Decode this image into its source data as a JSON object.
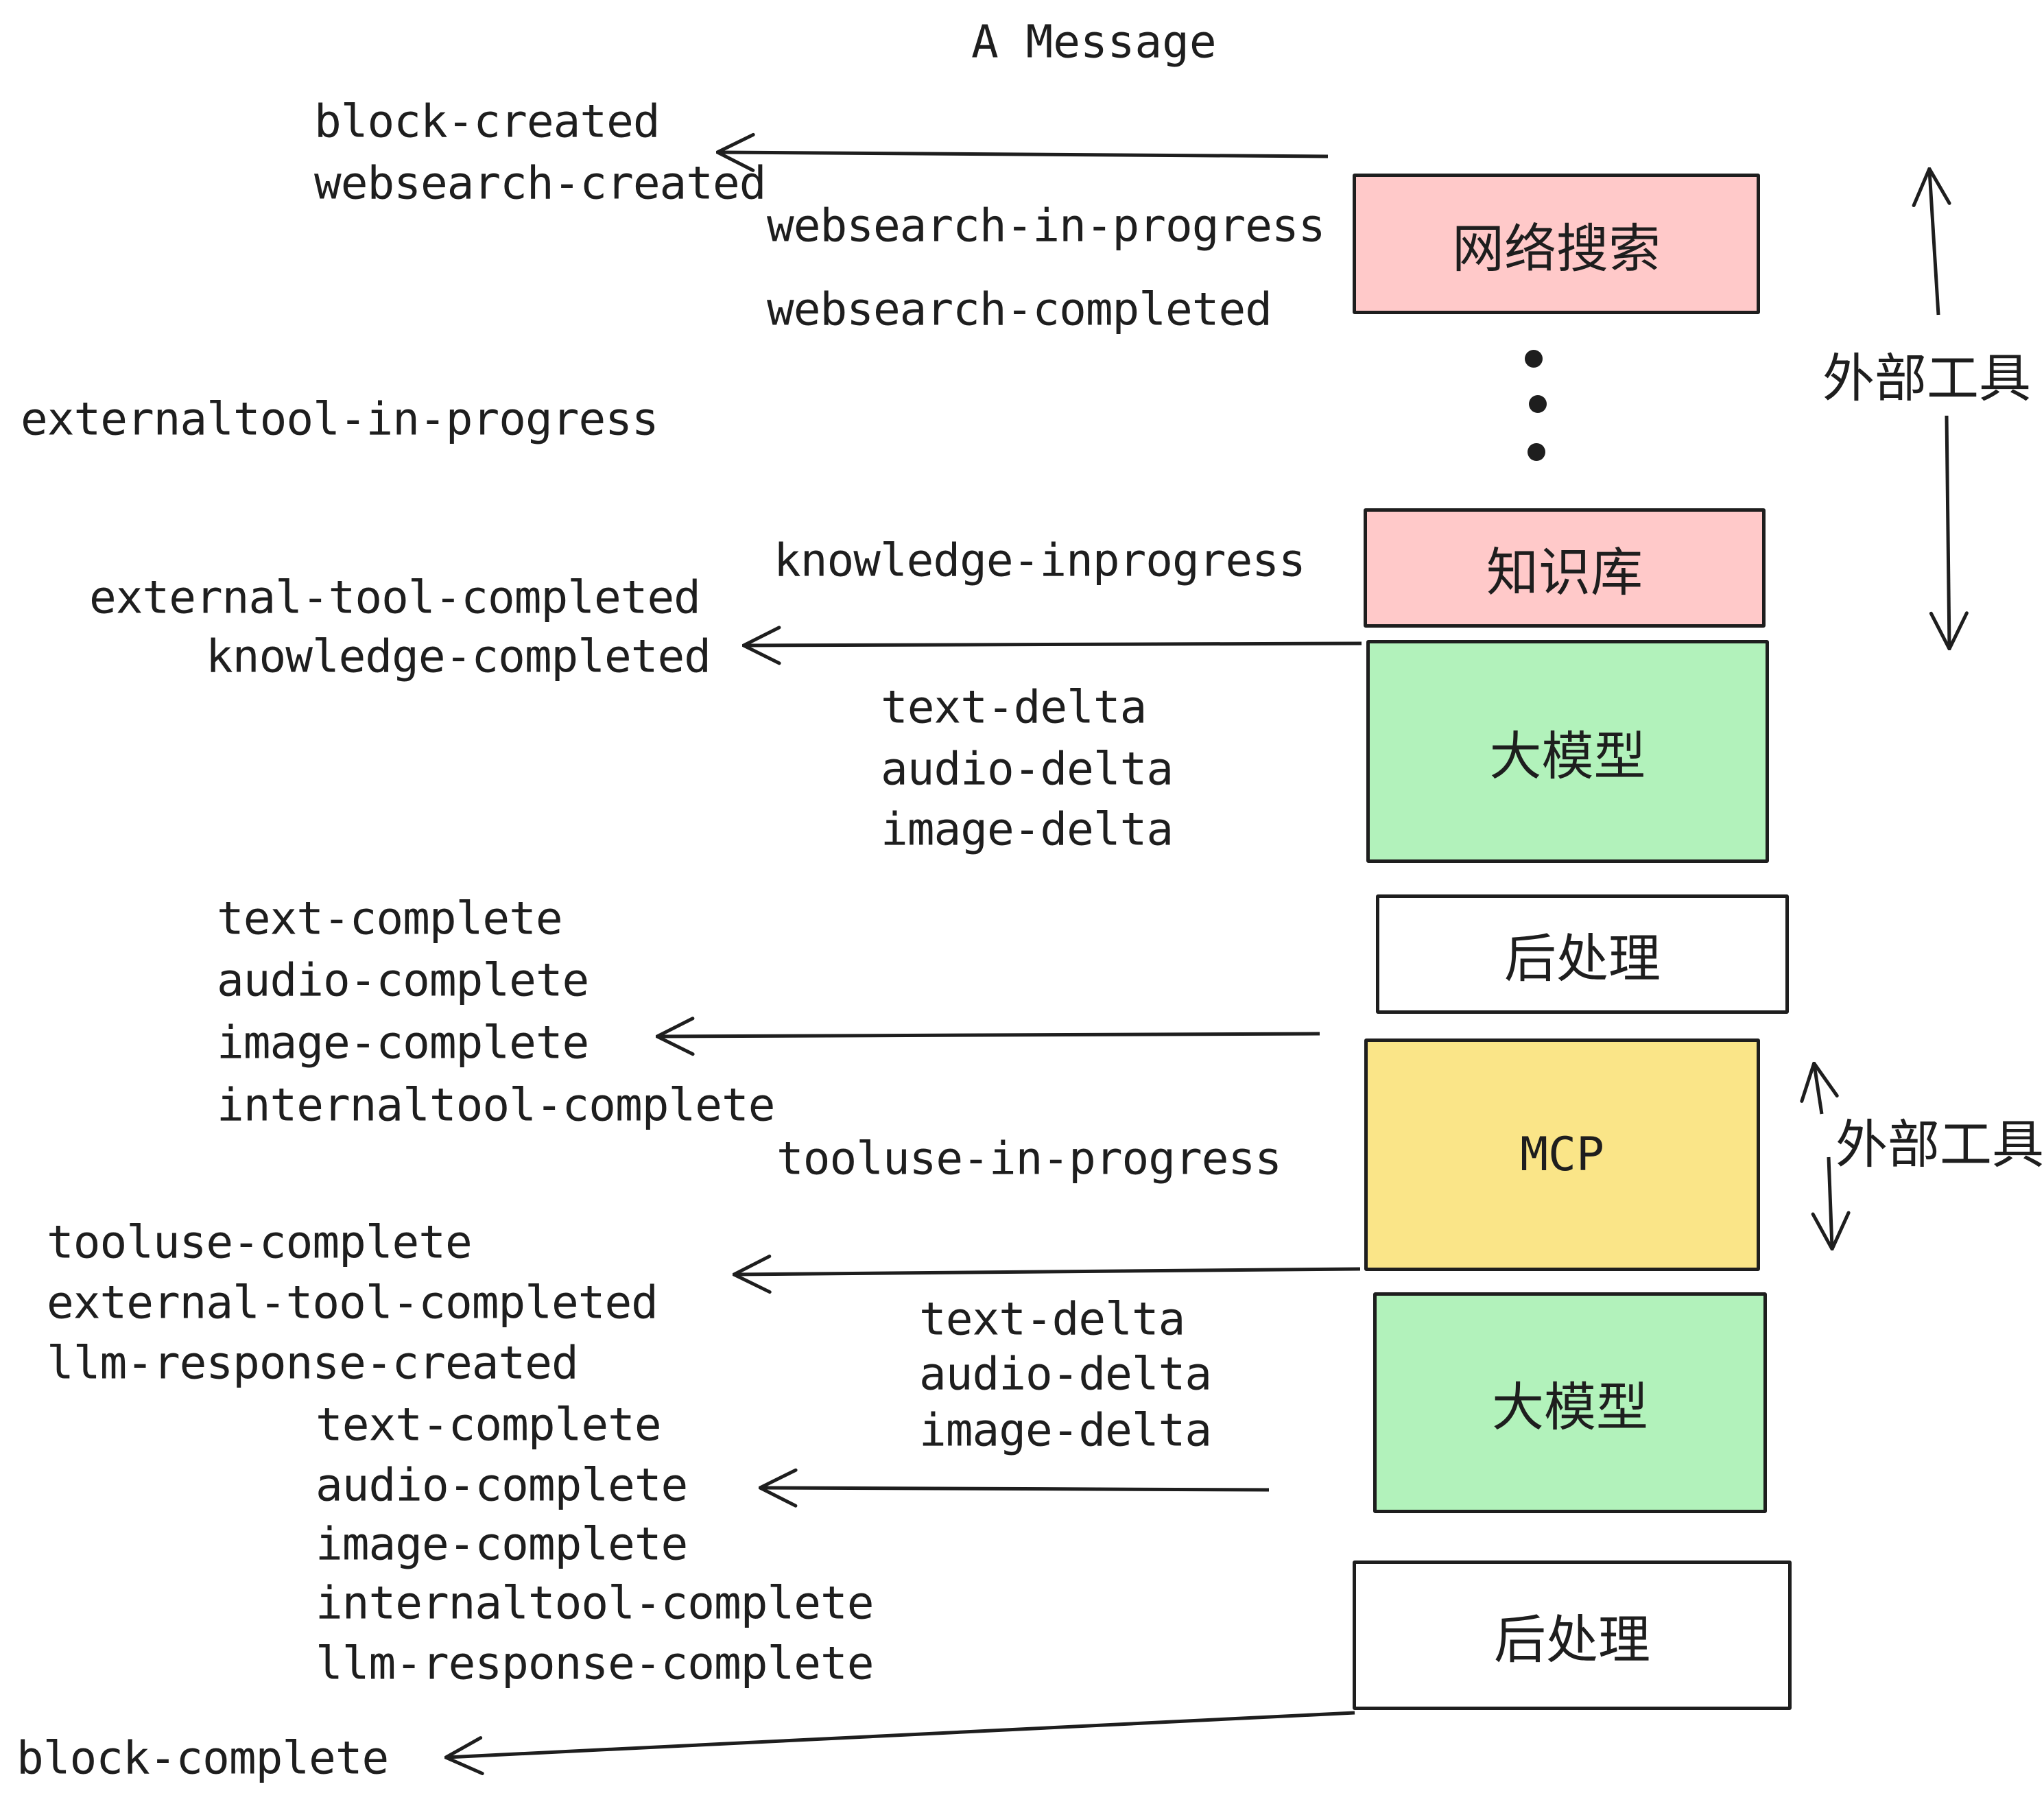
{
  "title": "A Message",
  "colors": {
    "ink": "#1e1e1e",
    "external_tool_fill": "#ffc9c9",
    "llm_fill": "#b2f2bb",
    "mcp_fill": "#fae588",
    "post_fill": "#ffffff",
    "background": "#ffffff"
  },
  "boxes": [
    {
      "id": "websearch",
      "label": "网络搜索",
      "fill": "#ffc9c9"
    },
    {
      "id": "knowledge",
      "label": "知识库",
      "fill": "#ffc9c9"
    },
    {
      "id": "llm-1",
      "label": "大模型",
      "fill": "#b2f2bb"
    },
    {
      "id": "postprocess-1",
      "label": "后处理",
      "fill": "#ffffff"
    },
    {
      "id": "mcp",
      "label": "MCP",
      "fill": "#fae588"
    },
    {
      "id": "llm-2",
      "label": "大模型",
      "fill": "#b2f2bb"
    },
    {
      "id": "postprocess-2",
      "label": "后处理",
      "fill": "#ffffff"
    }
  ],
  "side_labels": [
    {
      "text": "外部工具"
    },
    {
      "text": "外部工具"
    }
  ],
  "labels": [
    {
      "text": "block-created"
    },
    {
      "text": "websearch-created"
    },
    {
      "text": "websearch-in-progress"
    },
    {
      "text": "websearch-completed"
    },
    {
      "text": "externaltool-in-progress"
    },
    {
      "text": "knowledge-inprogress"
    },
    {
      "text": "external-tool-completed"
    },
    {
      "text": "knowledge-completed"
    },
    {
      "text": "text-delta"
    },
    {
      "text": "audio-delta"
    },
    {
      "text": "image-delta"
    },
    {
      "text": "text-complete"
    },
    {
      "text": "audio-complete"
    },
    {
      "text": "image-complete"
    },
    {
      "text": "internaltool-complete"
    },
    {
      "text": "tooluse-in-progress"
    },
    {
      "text": "tooluse-complete"
    },
    {
      "text": "external-tool-completed"
    },
    {
      "text": "llm-response-created"
    },
    {
      "text": "text-complete"
    },
    {
      "text": "audio-complete"
    },
    {
      "text": "image-complete"
    },
    {
      "text": "internaltool-complete"
    },
    {
      "text": "llm-response-complete"
    },
    {
      "text": "block-complete"
    }
  ]
}
